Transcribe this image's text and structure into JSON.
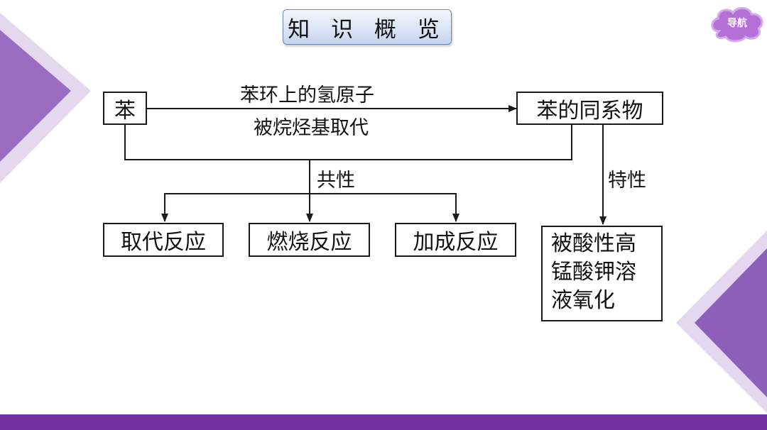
{
  "slide": {
    "title": "知 识 概 览",
    "nav_label": "导航",
    "colors": {
      "accent": "#7030a0",
      "deco_light": "#e3d8ee",
      "deco_dark": "#8e5fb8",
      "nav_cloud": "#b470d8",
      "title_fill": "#c7d5ef"
    }
  },
  "diagram": {
    "nodes": {
      "benzene": "苯",
      "homologs": "苯的同系物",
      "substitution": "取代反应",
      "combustion": "燃烧反应",
      "addition": "加成反应",
      "oxidation": [
        "被酸性高",
        "锰酸钾溶",
        "液氧化"
      ]
    },
    "edge_labels": {
      "top_line1": "苯环上的氢原子",
      "top_line2": "被烷烃基取代",
      "common": "共性",
      "special": "特性"
    }
  }
}
